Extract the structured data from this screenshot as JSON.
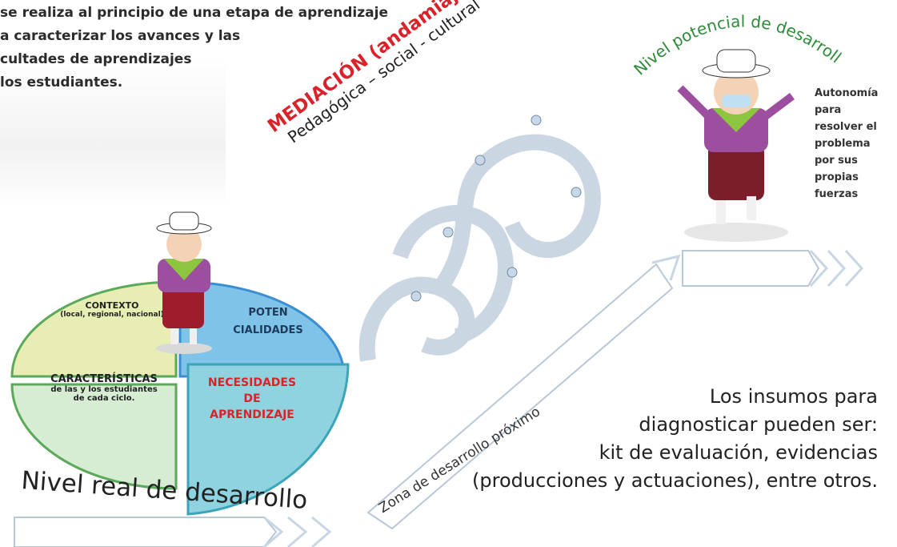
{
  "intro": {
    "lines": [
      "se realiza al principio de una etapa de aprendizaje",
      "a caracterizar los avances y las",
      "cultades de aprendizajes",
      "los estudiantes."
    ]
  },
  "potential_level": "Nivel potencial de desarrollo",
  "autonomy": [
    "Autonomía",
    "para",
    "resolver el",
    "problema",
    "por sus",
    "propias",
    "fuerzas"
  ],
  "mediation": {
    "title": "MEDIACIÓN (andamiaje)",
    "subtitle": "Pedagógica – social - cultural"
  },
  "zone": "Zona de desarrollo próximo",
  "real_level": "Nivel real de desarrollo",
  "insumos": [
    "Los insumos para",
    "diagnosticar pueden ser:",
    "kit de evaluación, evidencias",
    "(producciones y actuaciones), entre otros."
  ],
  "pie": {
    "contexto": "CONTEXTO",
    "contexto_sub": "(local, regional, nacional)",
    "poten1": "POTEN",
    "poten2": "CIALIDADES",
    "caract": "CARACTERÍSTICAS",
    "caract_sub1": "de las y los estudiantes",
    "caract_sub2": "de cada ciclo.",
    "nec1": "NECESIDADES",
    "nec2": "DE",
    "nec3": "APRENDIZAJE"
  },
  "colors": {
    "contexto": "#e8edb3",
    "potencialidades": "#7fc3e8",
    "caracteristicas": "#d6ecd3",
    "necesidades": "#8fd3e0",
    "red_text": "#d8232a",
    "green_text": "#2e8b3a"
  }
}
